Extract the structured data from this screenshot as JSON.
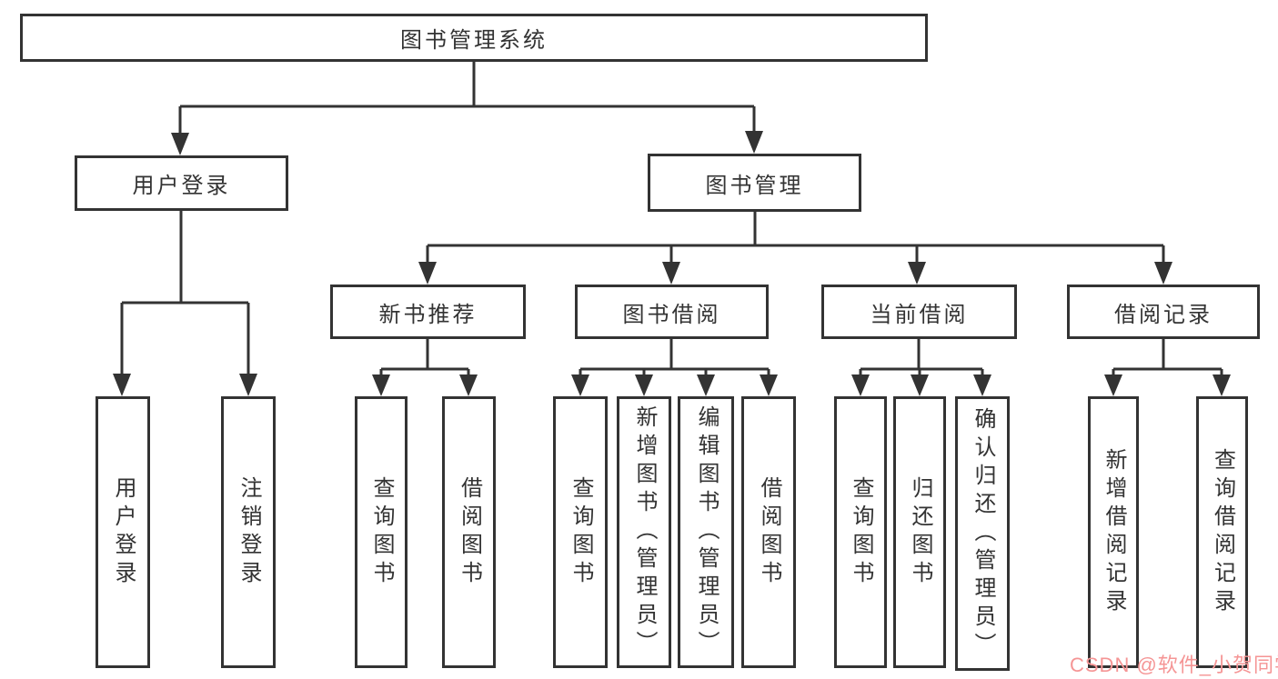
{
  "tree": {
    "root": {
      "label": "图书管理系统",
      "children": [
        {
          "label": "用户登录",
          "children": [
            {
              "label": "用户登录"
            },
            {
              "label": "注销登录"
            }
          ]
        },
        {
          "label": "图书管理",
          "children": [
            {
              "label": "新书推荐",
              "children": [
                {
                  "label": "查询图书"
                },
                {
                  "label": "借阅图书"
                }
              ]
            },
            {
              "label": "图书借阅",
              "children": [
                {
                  "label": "查询图书"
                },
                {
                  "label": "新增图书（管理员）"
                },
                {
                  "label": "编辑图书（管理员）"
                },
                {
                  "label": "借阅图书"
                }
              ]
            },
            {
              "label": "当前借阅",
              "children": [
                {
                  "label": "查询图书"
                },
                {
                  "label": "归还图书"
                },
                {
                  "label": "确认归还（管理员）"
                }
              ]
            },
            {
              "label": "借阅记录",
              "children": [
                {
                  "label": "新增借阅记录"
                },
                {
                  "label": "查询借阅记录"
                }
              ]
            }
          ]
        }
      ]
    }
  },
  "watermark": {
    "text": "CSDN @软件_小贺同学",
    "color": "#f59595"
  },
  "colors": {
    "line": "#333333",
    "text": "#333333",
    "background": "#ffffff"
  }
}
